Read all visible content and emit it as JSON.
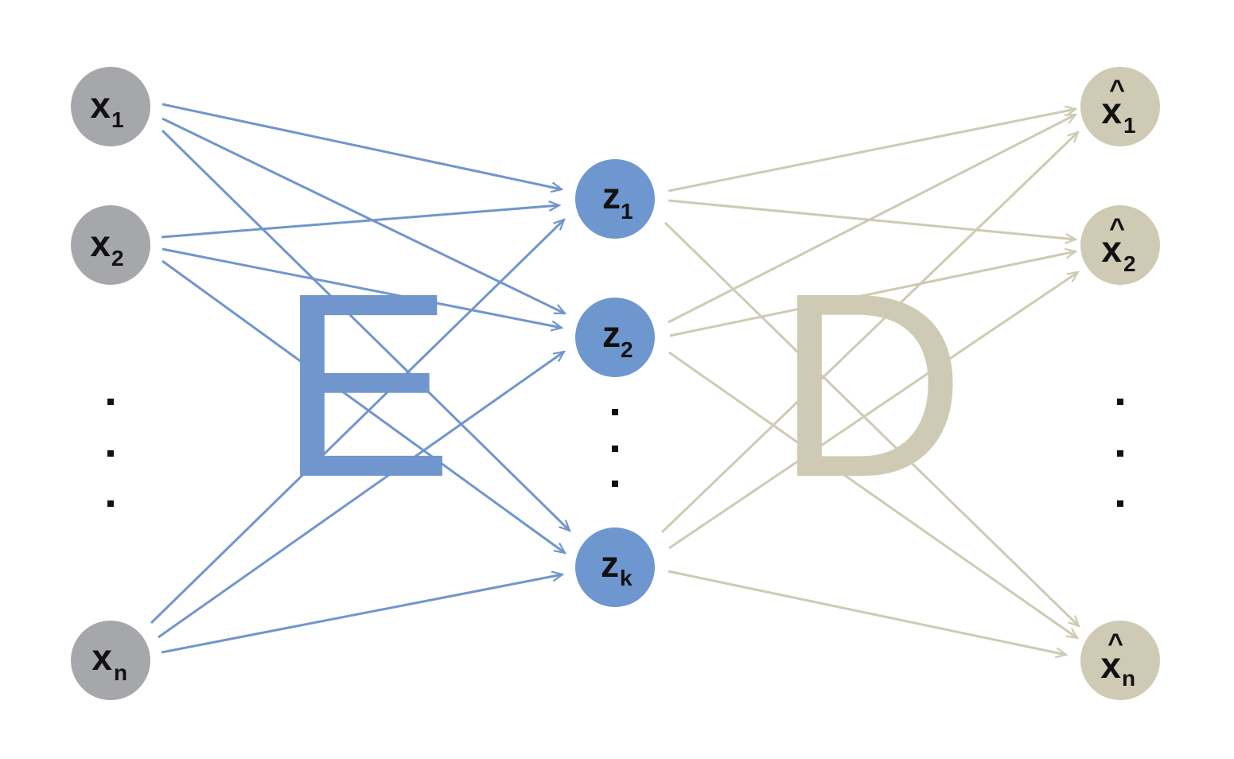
{
  "colors": {
    "input_node": "#a6a7ab",
    "latent_node": "#6e96cf",
    "output_node": "#cfcab3",
    "encoder_arrow": "#7096cd",
    "decoder_arrow": "#cfcab4",
    "encoder_letter": "#7096cd",
    "decoder_letter": "#cfcab3"
  },
  "labels": {
    "encoder": "E",
    "decoder": "D",
    "hat": "^"
  },
  "inputs": [
    {
      "base": "x",
      "sub": "1"
    },
    {
      "base": "x",
      "sub": "2"
    },
    {
      "base": "x",
      "sub": "n"
    }
  ],
  "latents": [
    {
      "base": "z",
      "sub": "1"
    },
    {
      "base": "z",
      "sub": "2"
    },
    {
      "base": "z",
      "sub": "k"
    }
  ],
  "outputs": [
    {
      "base": "x",
      "sub": "1"
    },
    {
      "base": "x",
      "sub": "2"
    },
    {
      "base": "x",
      "sub": "n"
    }
  ],
  "icons": {
    "ellipsis": "vertical-ellipsis-icon"
  }
}
